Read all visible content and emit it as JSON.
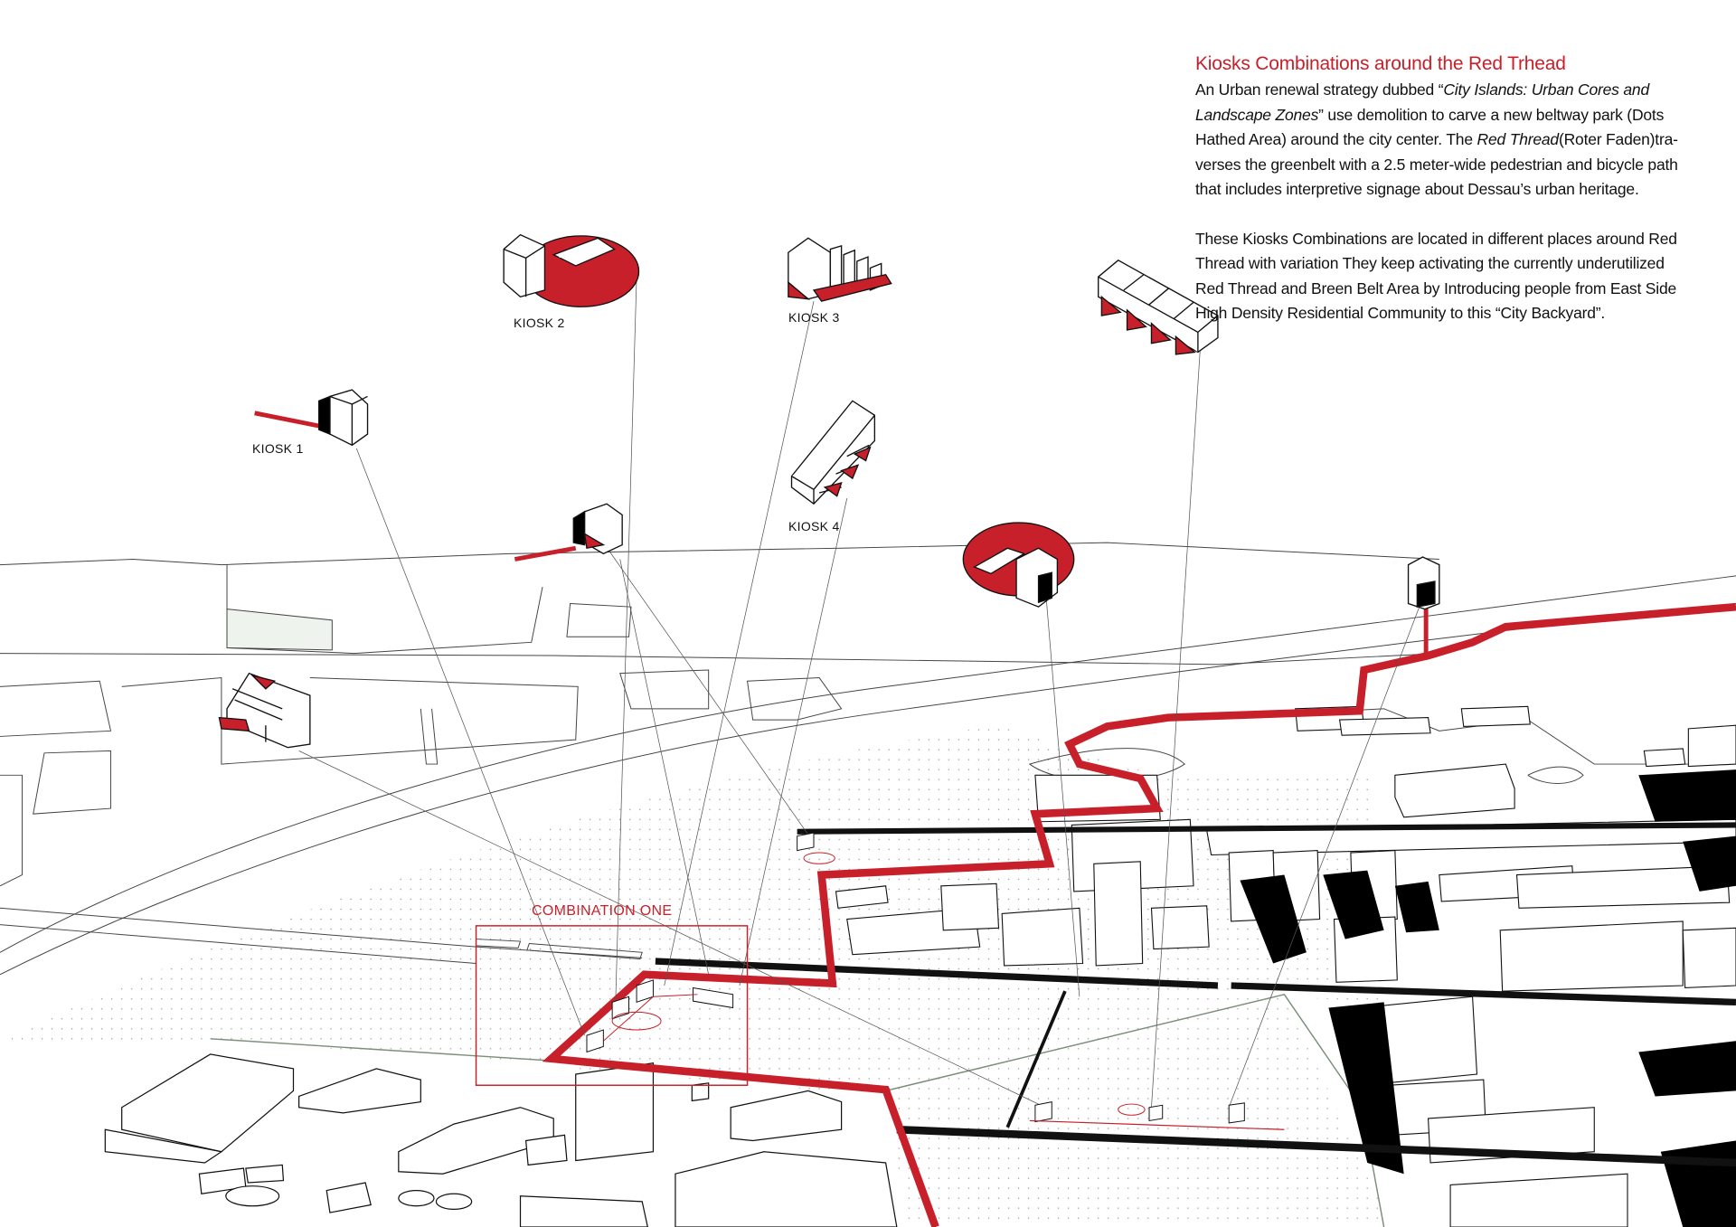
{
  "panel": {
    "title": "Kiosks Combinations around the Red Trhead",
    "paragraph1": [
      [
        {
          "t": "An Urban renewal strategy dubbed “"
        },
        {
          "t": "City Islands: Urban Cores and",
          "i": true
        }
      ],
      [
        {
          "t": "Landscape Zones",
          "i": true
        },
        {
          "t": "” use demolition to carve a new beltway park (Dots"
        }
      ],
      [
        {
          "t": "Hathed Area) around the city center. The "
        },
        {
          "t": "Red Thread",
          "i": true
        },
        {
          "t": "(Roter Faden)tra-"
        }
      ],
      [
        {
          "t": "verses the greenbelt with a 2.5 meter-wide pedestrian and bicycle path"
        }
      ],
      [
        {
          "t": "that includes interpretive signage about Dessau’s urban heritage."
        }
      ]
    ],
    "paragraph2": [
      "These Kiosks Combinations are located in different places around Red",
      "Thread with variation They keep activating the currently underutilized",
      "Red Thread and Breen Belt Area by Introducing people from East Side",
      "High Density Residential Community to this “City Backyard”."
    ]
  },
  "labels": {
    "kiosk1": "KIOSK 1",
    "kiosk2": "KIOSK 2",
    "kiosk3": "KIOSK 3",
    "kiosk4": "KIOSK 4",
    "combination": "COMBINATION ONE"
  },
  "colors": {
    "red_thread": "#c8202a",
    "ink": "#111111",
    "park_dots": "#b9b9b9"
  }
}
